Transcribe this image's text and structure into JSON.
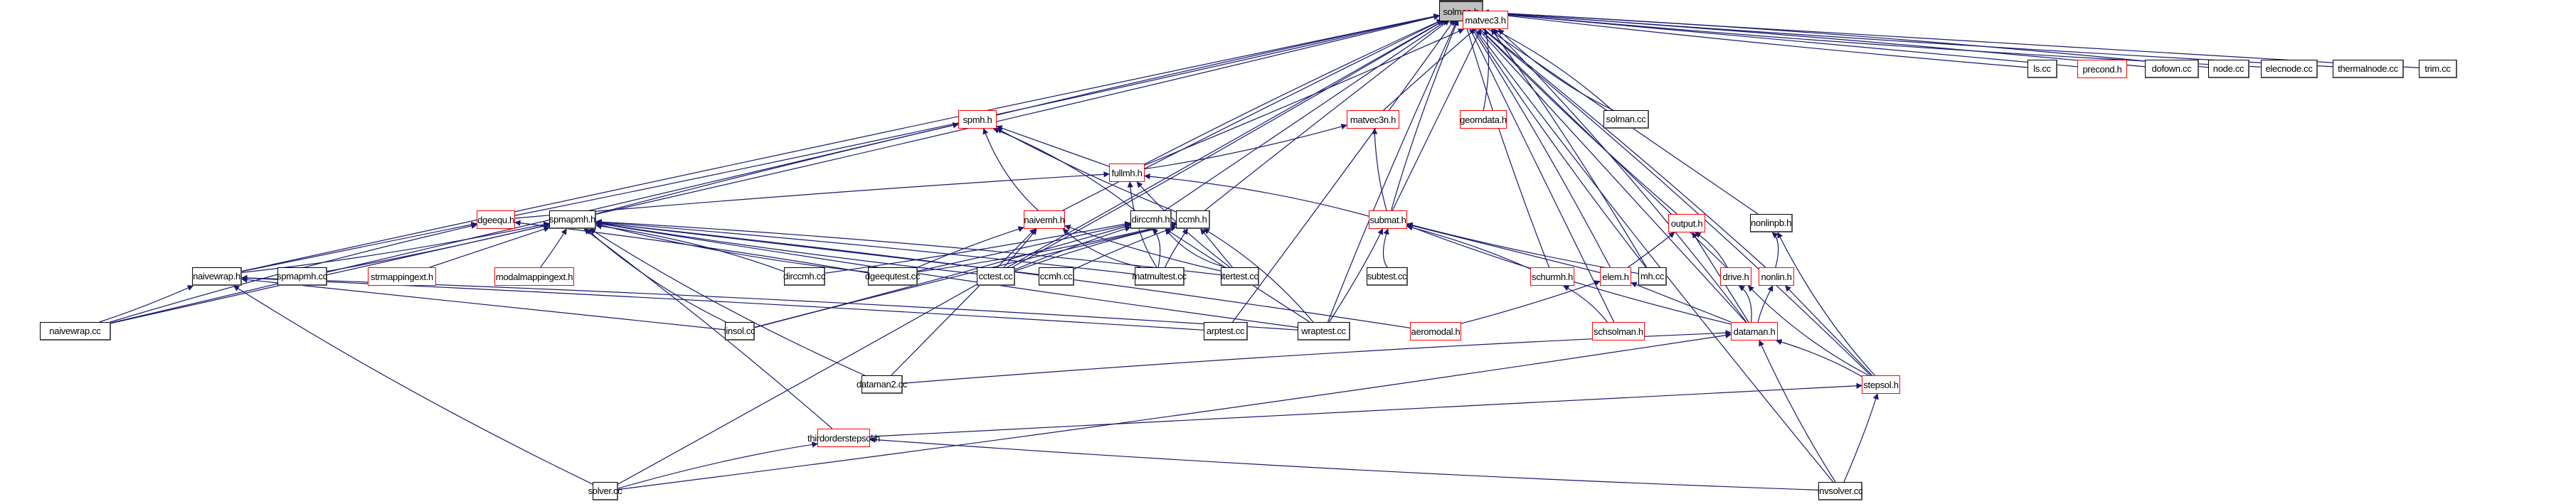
{
  "diagram": {
    "title": "solman.h include dependency graph",
    "edge_color": "#191970",
    "node_colors": {
      "root_fill": "#bfbfbf",
      "incomplete_border": "#ff0000",
      "normal_border": "#000000"
    },
    "nodes": [
      {
        "id": "solman_h",
        "label": "solman.h",
        "style": "root"
      },
      {
        "id": "matvec3_h",
        "label": "matvec3.h",
        "style": "red"
      },
      {
        "id": "ls_cc",
        "label": "ls.cc",
        "style": "plain"
      },
      {
        "id": "precond_h",
        "label": "precond.h",
        "style": "red"
      },
      {
        "id": "dofown_cc",
        "label": "dofown.cc",
        "style": "plain"
      },
      {
        "id": "node_cc",
        "label": "node.cc",
        "style": "plain"
      },
      {
        "id": "elecnode_cc",
        "label": "elecnode.cc",
        "style": "plain"
      },
      {
        "id": "thermalnode_cc",
        "label": "thermalnode.cc",
        "style": "plain"
      },
      {
        "id": "trim_cc",
        "label": "trim.cc",
        "style": "plain"
      },
      {
        "id": "spmh_h",
        "label": "spmh.h",
        "style": "red"
      },
      {
        "id": "matvec3n_h",
        "label": "matvec3n.h",
        "style": "red"
      },
      {
        "id": "geomdata_h",
        "label": "geomdata.h",
        "style": "red"
      },
      {
        "id": "solman_cc",
        "label": "solman.cc",
        "style": "plain"
      },
      {
        "id": "fullmh_h",
        "label": "fullmh.h",
        "style": "red"
      },
      {
        "id": "dgeequ_h",
        "label": "dgeequ.h",
        "style": "red"
      },
      {
        "id": "spmapmh_h",
        "label": "spmapmh.h",
        "style": "plain"
      },
      {
        "id": "dirccmh_h",
        "label": "dirccmh.h",
        "style": "plain"
      },
      {
        "id": "naivemh_h",
        "label": "naivemh.h",
        "style": "red"
      },
      {
        "id": "ccmh_h",
        "label": "ccmh.h",
        "style": "plain"
      },
      {
        "id": "submat_h",
        "label": "submat.h",
        "style": "red"
      },
      {
        "id": "output_h",
        "label": "output.h",
        "style": "red"
      },
      {
        "id": "nonlinpb_h",
        "label": "nonlinpb.h",
        "style": "plain"
      },
      {
        "id": "naivewrap_h",
        "label": "naivewrap.h",
        "style": "plain"
      },
      {
        "id": "spmapmh_cc",
        "label": "spmapmh.cc",
        "style": "plain"
      },
      {
        "id": "strmappingext_h",
        "label": "strmappingext.h",
        "style": "red"
      },
      {
        "id": "modalmappingext_h",
        "label": "modalmappingext.h",
        "style": "red"
      },
      {
        "id": "dirccmh_cc",
        "label": "dirccmh.cc",
        "style": "plain"
      },
      {
        "id": "dgeequtest_cc",
        "label": "dgeequtest.cc",
        "style": "plain"
      },
      {
        "id": "cctest_cc",
        "label": "cctest.cc",
        "style": "plain"
      },
      {
        "id": "ccmh_cc",
        "label": "ccmh.cc",
        "style": "plain"
      },
      {
        "id": "matmultest_cc",
        "label": "matmultest.cc",
        "style": "plain"
      },
      {
        "id": "itertest_cc",
        "label": "itertest.cc",
        "style": "plain"
      },
      {
        "id": "subtest_cc",
        "label": "subtest.cc",
        "style": "plain"
      },
      {
        "id": "schurmh_h",
        "label": "schurmh.h",
        "style": "red"
      },
      {
        "id": "elem_h",
        "label": "elem.h",
        "style": "red"
      },
      {
        "id": "mh_cc",
        "label": "mh.cc",
        "style": "plain"
      },
      {
        "id": "drive_h",
        "label": "drive.h",
        "style": "red"
      },
      {
        "id": "nonlin_h",
        "label": "nonlin.h",
        "style": "red"
      },
      {
        "id": "naivewrap_cc",
        "label": "naivewrap.cc",
        "style": "plain"
      },
      {
        "id": "linsol_cc",
        "label": "linsol.cc",
        "style": "plain"
      },
      {
        "id": "arptest_cc",
        "label": "arptest.cc",
        "style": "plain"
      },
      {
        "id": "wraptest_cc",
        "label": "wraptest.cc",
        "style": "plain"
      },
      {
        "id": "aeromodal_h",
        "label": "aeromodal.h",
        "style": "red"
      },
      {
        "id": "schsolman_h",
        "label": "schsolman.h",
        "style": "red"
      },
      {
        "id": "dataman_h",
        "label": "dataman.h",
        "style": "red"
      },
      {
        "id": "dataman2_cc",
        "label": "dataman2.cc",
        "style": "plain"
      },
      {
        "id": "stepsol_h",
        "label": "stepsol.h",
        "style": "red"
      },
      {
        "id": "thirdorderstepsol_h",
        "label": "thirdorderstepsol.h",
        "style": "red"
      },
      {
        "id": "solver_cc",
        "label": "solver.cc",
        "style": "plain"
      },
      {
        "id": "invsolver_cc",
        "label": "invsolver.cc",
        "style": "plain"
      }
    ],
    "edges": [
      [
        "matvec3_h",
        "solman_h"
      ],
      [
        "ls_cc",
        "solman_h"
      ],
      [
        "precond_h",
        "solman_h"
      ],
      [
        "dofown_cc",
        "solman_h"
      ],
      [
        "node_cc",
        "solman_h"
      ],
      [
        "elecnode_cc",
        "solman_h"
      ],
      [
        "thermalnode_cc",
        "solman_h"
      ],
      [
        "trim_cc",
        "solman_h"
      ],
      [
        "spmh_h",
        "solman_h"
      ],
      [
        "fullmh_h",
        "solman_h"
      ],
      [
        "dgeequ_h",
        "solman_h"
      ],
      [
        "spmapmh_h",
        "solman_h"
      ],
      [
        "dirccmh_h",
        "solman_h"
      ],
      [
        "naivemh_h",
        "solman_h"
      ],
      [
        "ccmh_h",
        "solman_h"
      ],
      [
        "submat_h",
        "solman_h"
      ],
      [
        "output_h",
        "solman_h"
      ],
      [
        "nonlinpb_h",
        "solman_h"
      ],
      [
        "naivewrap_h",
        "solman_h"
      ],
      [
        "solman_cc",
        "solman_h"
      ],
      [
        "cctest_cc",
        "solman_h"
      ],
      [
        "mh_cc",
        "solman_h"
      ],
      [
        "drive_h",
        "solman_h"
      ],
      [
        "nonlin_h",
        "solman_h"
      ],
      [
        "arptest_cc",
        "solman_h"
      ],
      [
        "wraptest_cc",
        "solman_h"
      ],
      [
        "schurmh_h",
        "solman_h"
      ],
      [
        "schsolman_h",
        "solman_h"
      ],
      [
        "elem_h",
        "solman_h"
      ],
      [
        "stepsol_h",
        "solman_h"
      ],
      [
        "solver_cc",
        "solman_h"
      ],
      [
        "invsolver_cc",
        "solman_h"
      ],
      [
        "dataman_h",
        "solman_h"
      ],
      [
        "matvec3n_h",
        "matvec3_h"
      ],
      [
        "geomdata_h",
        "matvec3_h"
      ],
      [
        "solman_cc",
        "matvec3_h"
      ],
      [
        "fullmh_h",
        "matvec3_h"
      ],
      [
        "submat_h",
        "matvec3_h"
      ],
      [
        "mh_cc",
        "matvec3_h"
      ],
      [
        "dataman_h",
        "matvec3_h"
      ],
      [
        "fullmh_h",
        "matvec3n_h"
      ],
      [
        "submat_h",
        "matvec3n_h"
      ],
      [
        "fullmh_h",
        "spmh_h"
      ],
      [
        "spmapmh_h",
        "spmh_h"
      ],
      [
        "dirccmh_h",
        "spmh_h"
      ],
      [
        "naivemh_h",
        "spmh_h"
      ],
      [
        "ccmh_h",
        "spmh_h"
      ],
      [
        "naivewrap_cc",
        "spmh_h"
      ],
      [
        "dgeequ_h",
        "fullmh_h"
      ],
      [
        "submat_h",
        "fullmh_h"
      ],
      [
        "matmultest_cc",
        "fullmh_h"
      ],
      [
        "itertest_cc",
        "fullmh_h"
      ],
      [
        "naivewrap_h",
        "dgeequ_h"
      ],
      [
        "dgeequtest_cc",
        "dgeequ_h"
      ],
      [
        "naivewrap_cc",
        "dgeequ_h"
      ],
      [
        "naivewrap_h",
        "spmapmh_h"
      ],
      [
        "spmapmh_cc",
        "spmapmh_h"
      ],
      [
        "strmappingext_h",
        "spmapmh_h"
      ],
      [
        "modalmappingext_h",
        "spmapmh_h"
      ],
      [
        "dirccmh_cc",
        "spmapmh_h"
      ],
      [
        "dgeequtest_cc",
        "spmapmh_h"
      ],
      [
        "cctest_cc",
        "spmapmh_h"
      ],
      [
        "ccmh_cc",
        "spmapmh_h"
      ],
      [
        "matmultest_cc",
        "spmapmh_h"
      ],
      [
        "itertest_cc",
        "spmapmh_h"
      ],
      [
        "linsol_cc",
        "spmapmh_h"
      ],
      [
        "wraptest_cc",
        "spmapmh_h"
      ],
      [
        "naivewrap_cc",
        "spmapmh_h"
      ],
      [
        "thirdorderstepsol_h",
        "spmapmh_h"
      ],
      [
        "aeromodal_h",
        "spmapmh_h"
      ],
      [
        "dataman2_cc",
        "spmapmh_h"
      ],
      [
        "dirccmh_cc",
        "dirccmh_h"
      ],
      [
        "dgeequtest_cc",
        "dirccmh_h"
      ],
      [
        "cctest_cc",
        "dirccmh_h"
      ],
      [
        "matmultest_cc",
        "dirccmh_h"
      ],
      [
        "itertest_cc",
        "dirccmh_h"
      ],
      [
        "linsol_cc",
        "dirccmh_h"
      ],
      [
        "wraptest_cc",
        "dirccmh_h"
      ],
      [
        "dgeequtest_cc",
        "naivemh_h"
      ],
      [
        "cctest_cc",
        "naivemh_h"
      ],
      [
        "matmultest_cc",
        "naivemh_h"
      ],
      [
        "itertest_cc",
        "naivemh_h"
      ],
      [
        "dataman2_cc",
        "naivemh_h"
      ],
      [
        "ccmh_cc",
        "ccmh_h"
      ],
      [
        "cctest_cc",
        "ccmh_h"
      ],
      [
        "dgeequtest_cc",
        "ccmh_h"
      ],
      [
        "matmultest_cc",
        "ccmh_h"
      ],
      [
        "itertest_cc",
        "ccmh_h"
      ],
      [
        "linsol_cc",
        "ccmh_h"
      ],
      [
        "wraptest_cc",
        "ccmh_h"
      ],
      [
        "subtest_cc",
        "submat_h"
      ],
      [
        "mh_cc",
        "submat_h"
      ],
      [
        "elem_h",
        "submat_h"
      ],
      [
        "schurmh_h",
        "submat_h"
      ],
      [
        "wraptest_cc",
        "submat_h"
      ],
      [
        "dataman_h",
        "submat_h"
      ],
      [
        "elem_h",
        "output_h"
      ],
      [
        "dataman_h",
        "output_h"
      ],
      [
        "drive_h",
        "output_h"
      ],
      [
        "nonlin_h",
        "nonlinpb_h"
      ],
      [
        "stepsol_h",
        "nonlinpb_h"
      ],
      [
        "naivewrap_cc",
        "naivewrap_h"
      ],
      [
        "linsol_cc",
        "naivewrap_h"
      ],
      [
        "arptest_cc",
        "naivewrap_h"
      ],
      [
        "wraptest_cc",
        "naivewrap_h"
      ],
      [
        "solver_cc",
        "naivewrap_h"
      ],
      [
        "aeromodal_h",
        "elem_h"
      ],
      [
        "dataman_h",
        "elem_h"
      ],
      [
        "schsolman_h",
        "schurmh_h"
      ],
      [
        "dataman_h",
        "drive_h"
      ],
      [
        "stepsol_h",
        "drive_h"
      ],
      [
        "dataman_h",
        "nonlin_h"
      ],
      [
        "stepsol_h",
        "nonlin_h"
      ],
      [
        "stepsol_h",
        "dataman_h"
      ],
      [
        "dataman2_cc",
        "dataman_h"
      ],
      [
        "solver_cc",
        "dataman_h"
      ],
      [
        "invsolver_cc",
        "dataman_h"
      ],
      [
        "thirdorderstepsol_h",
        "stepsol_h"
      ],
      [
        "invsolver_cc",
        "stepsol_h"
      ],
      [
        "solver_cc",
        "thirdorderstepsol_h"
      ],
      [
        "invsolver_cc",
        "thirdorderstepsol_h"
      ]
    ]
  }
}
